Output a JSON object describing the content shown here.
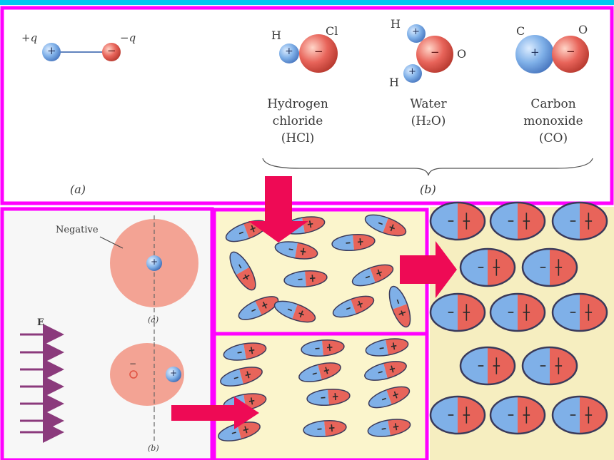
{
  "colors": {
    "frame_magenta": "#ff00ff",
    "top_bar_cyan": "#00c8f0",
    "positive_blue": "#7fb0e8",
    "negative_red": "#e8645a",
    "arrow_red": "#ee0a55",
    "panel_yellow": "#fbf5cc",
    "cloud_pink": "#f3a394",
    "field_arrow_purple": "#8b3a7c"
  },
  "top_panel": {
    "dipole": {
      "plus_label": "+q",
      "minus_label": "−q",
      "plus_sign": "+",
      "minus_sign": "−"
    },
    "hcl": {
      "atom_h": "H",
      "atom_cl": "Cl",
      "name_line1": "Hydrogen",
      "name_line2": "chloride",
      "formula": "(HCl)"
    },
    "water": {
      "atom_h_top": "H",
      "atom_h_bottom": "H",
      "atom_o": "O",
      "name_line1": "Water",
      "formula": "(H₂O)"
    },
    "co": {
      "atom_c": "C",
      "atom_o": "O",
      "name_line1": "Carbon",
      "name_line2": "monoxide",
      "formula": "(CO)"
    },
    "label_a": "(a)",
    "label_b": "(b)"
  },
  "left_panel": {
    "negative_label": "Negative",
    "label_a": "(a)",
    "label_b": "(b)",
    "field_label": "E",
    "plus_sign": "+",
    "minus_sign": "−"
  },
  "dipole_panels": {
    "plus_sign": "+",
    "minus_sign": "−"
  },
  "icons": [
    "down-arrow-icon",
    "right-arrow-icon",
    "field-arrow-icon"
  ]
}
